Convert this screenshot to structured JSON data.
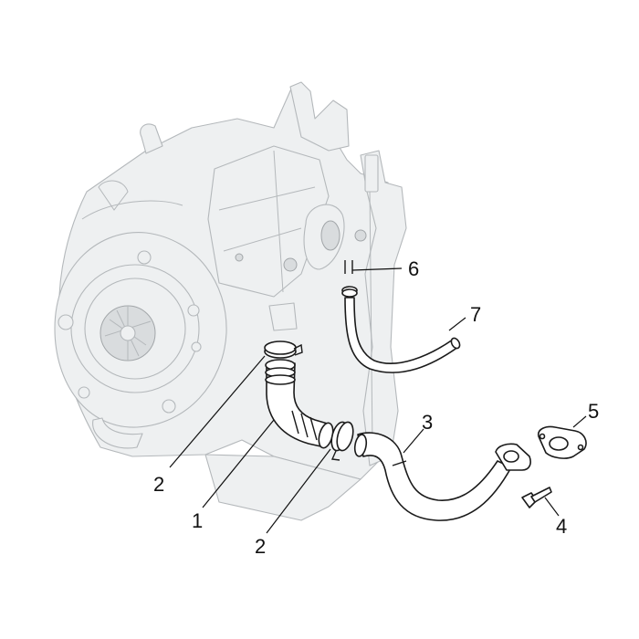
{
  "callouts": {
    "c1": "1",
    "c2a": "2",
    "c2b": "2",
    "c3": "3",
    "c4": "4",
    "c5": "5",
    "c6": "6",
    "c7": "7"
  },
  "colors": {
    "background": "#ffffff",
    "ghost_engine": "#eef0f1",
    "ghost_stroke": "#b4b8bb",
    "part_stroke": "#1a1a1a"
  }
}
